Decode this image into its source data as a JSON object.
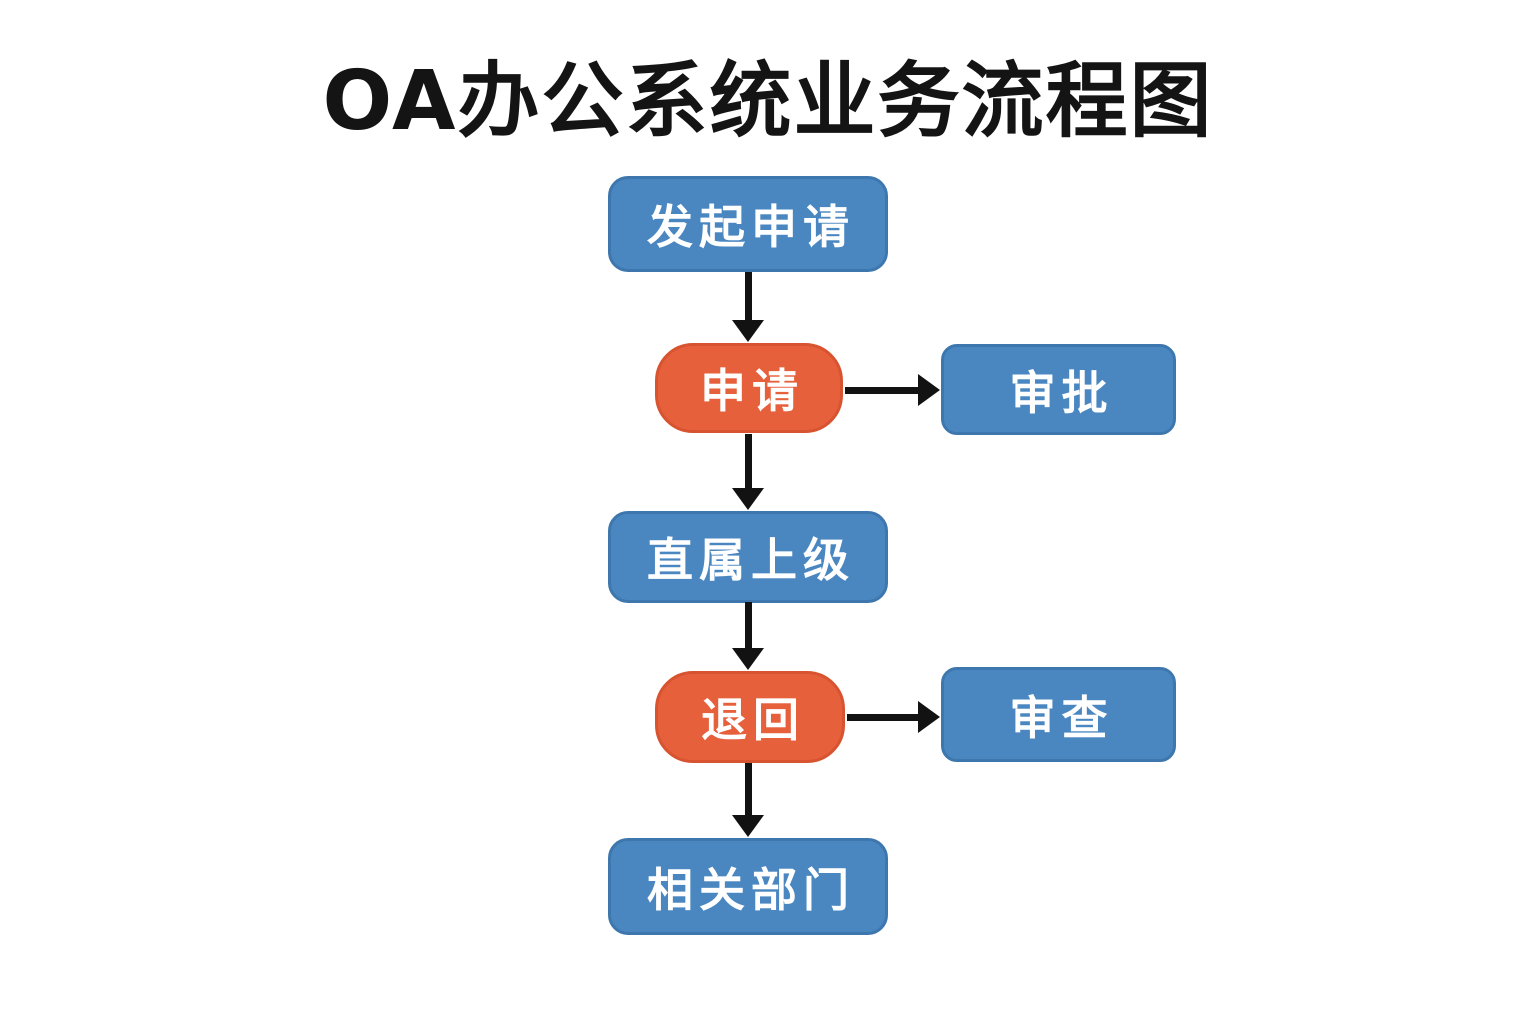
{
  "title": "OA办公系统业务流程图",
  "colors": {
    "node_blue": "#4A87C1",
    "node_blue_border": "#3D77AE",
    "node_orange": "#E6603C",
    "node_orange_border": "#D85330",
    "arrow": "#121212",
    "node_text": "#FFFFFF",
    "title_text": "#141414",
    "background": "#FFFFFF"
  },
  "nodes": [
    {
      "id": "initiate-application",
      "label": "发起申请",
      "color": "blue"
    },
    {
      "id": "apply",
      "label": "申请",
      "color": "orange"
    },
    {
      "id": "approval",
      "label": "审批",
      "color": "blue"
    },
    {
      "id": "direct-supervisor",
      "label": "直属上级",
      "color": "blue"
    },
    {
      "id": "return",
      "label": "退回",
      "color": "orange"
    },
    {
      "id": "review",
      "label": "审查",
      "color": "blue"
    },
    {
      "id": "related-departments",
      "label": "相关部门",
      "color": "blue"
    }
  ],
  "edges": [
    {
      "from": "initiate-application",
      "to": "apply",
      "direction": "down"
    },
    {
      "from": "apply",
      "to": "approval",
      "direction": "right"
    },
    {
      "from": "apply",
      "to": "direct-supervisor",
      "direction": "down"
    },
    {
      "from": "direct-supervisor",
      "to": "return",
      "direction": "down"
    },
    {
      "from": "return",
      "to": "review",
      "direction": "right"
    },
    {
      "from": "return",
      "to": "related-departments",
      "direction": "down"
    }
  ]
}
